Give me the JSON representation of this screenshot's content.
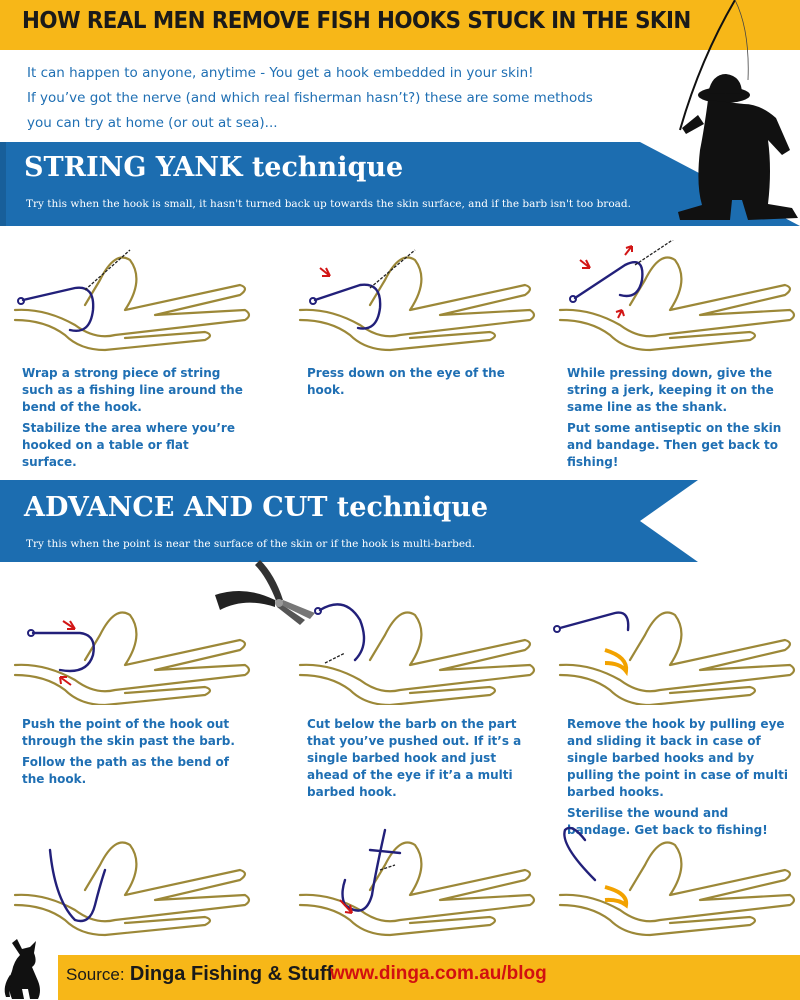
{
  "header": {
    "title": "HOW REAL MEN REMOVE FISH HOOKS STUCK IN THE SKIN"
  },
  "intro": {
    "line1": "It can happen to anyone, anytime - You get a hook embedded in your skin!",
    "line2": "If you’ve got the nerve (and which real fisherman hasn’t?) these are some methods",
    "line3": "you can try at home (or out at sea)..."
  },
  "string_yank": {
    "title": "STRING YANK technique",
    "subtitle": "Try this when the hook is small, it hasn't turned back up towards the skin surface, and if the barb isn't too broad.",
    "steps": [
      {
        "p1": "Wrap a strong piece of string such as a fishing line around the bend of the hook.",
        "p2": "Stabilize the area where you’re hooked on a table or flat surface."
      },
      {
        "p1": "Press down on the eye of the hook.",
        "p2": ""
      },
      {
        "p1": "While pressing down, give the string a jerk, keeping it on the same line as the shank.",
        "p2": "Put some antiseptic on the skin and bandage. Then get back to fishing!"
      }
    ]
  },
  "advance_cut": {
    "title": "ADVANCE AND CUT technique",
    "subtitle": "Try this when the  point is near the surface of the skin or if the hook is multi-barbed.",
    "steps": [
      {
        "p1": "Push the point of the hook out through the skin past the barb.",
        "p2": "Follow the path as the bend of the hook."
      },
      {
        "p1": "Cut below the barb on the part that you’ve pushed out. If it’s a single barbed hook and just ahead of the eye if it’a a multi barbed hook.",
        "p2": ""
      },
      {
        "p1": "Remove the hook by pulling eye and sliding it back in case of single barbed hooks and by pulling the point in case of multi barbed hooks.",
        "p2": "Sterilise the wound and bandage. Get back to fishing!"
      }
    ]
  },
  "footer": {
    "source_label": "Source:",
    "source_name": "Dinga Fishing & Stuff",
    "url": "www.dinga.com.au/blog"
  },
  "colors": {
    "accent_yellow": "#f7b718",
    "banner_blue": "#1c6db0",
    "text_blue": "#1f6fb3",
    "hand_outline": "#9c8838",
    "hook_navy": "#22207a",
    "arrow_red": "#d21616",
    "url_red": "#d21010"
  },
  "icons": {
    "fisherman": "fisherman-silhouette-icon",
    "dog": "dog-silhouette-icon",
    "pliers": "pliers-icon"
  }
}
